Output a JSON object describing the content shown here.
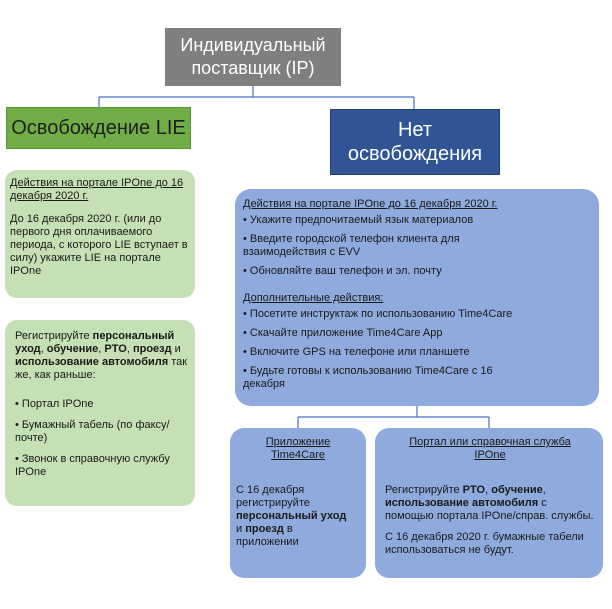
{
  "root": {
    "line1": "Индивидуальный",
    "line2": "поставщик (IP)"
  },
  "lie": {
    "header": "Освобождение LIE",
    "box1": {
      "heading": "Действия на портале IPOne до 16 декабря 2020 г.",
      "text": "До 16 декабря 2020 г. (или до первого дня оплачиваемого периода, с которого LIE вступает в силу) укажите LIE на портале IPOne"
    },
    "box2": {
      "t1": "Регистрируйте",
      "b1": "персональный уход",
      "t2": ",",
      "b2": "обучение",
      "t3": ",",
      "b3": "PTO",
      "t4": ",",
      "b4": "проезд",
      "t5": " и",
      "b5": "использование автомобиля",
      "t6": " так же, как раньше:",
      "items": [
        "• Портал IPOne",
        "• Бумажный табель (по факсу/почте)",
        "• Звонок в справочную службу IPOne"
      ]
    }
  },
  "no": {
    "header_line1": "Нет",
    "header_line2": "освобождения",
    "box1": {
      "heading1": "Действия на портале IPOne до 16 декабря 2020 г.",
      "items1": [
        "• Укажите предпочитаемый язык материалов",
        "• Введите городской телефон клиента для взаимодействия с EVV",
        "• Обновляйте ваш телефон и эл. почту"
      ],
      "heading2": "Дополнительные действия:",
      "items2": [
        "• Посетите инструктаж по использованию Time4Care",
        "• Скачайте приложение Time4Care App",
        "• Включите GPS на телефоне или планшете",
        "• Будьте готовы к использованию Time4Care с 16 декабря"
      ]
    },
    "sub1": {
      "heading": "Приложение Time4Care",
      "t1": "С 16 декабря регистрируйте",
      "b1": "персональный уход",
      "t2": " и",
      "b2": "проезд",
      "t3": " в приложении"
    },
    "sub2": {
      "heading": "Портал или справочная служба IPOne",
      "t1": "Регистрируйте",
      "b1": "PTO",
      "t2": ",",
      "b2": "обучение",
      "t3": ",",
      "b3": "использование автомобиля",
      "t4": " с помощью портала IPOne/справ. службы.",
      "p2": "С 16 декабря 2020 г. бумажные табели использоваться не будут."
    }
  },
  "colors": {
    "grey": "#7f7f7f",
    "green_dark": "#70ad47",
    "green_light": "#c5e0b4",
    "blue_dark": "#2f5597",
    "blue_light": "#8faadc",
    "connector": "#4472c4"
  }
}
